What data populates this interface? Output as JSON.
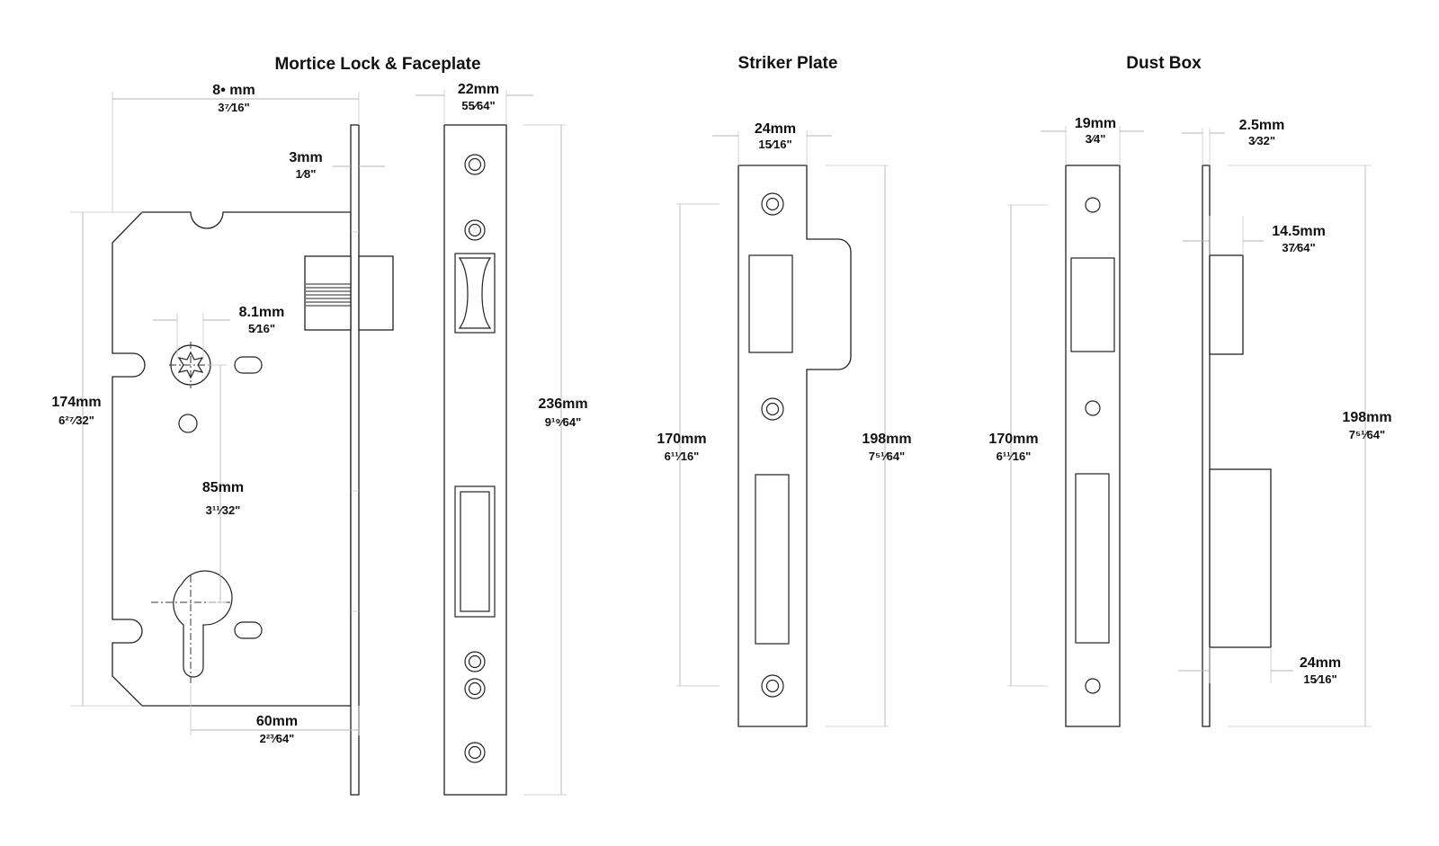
{
  "titles": {
    "mortice": "Mortice Lock & Faceplate",
    "striker": "Striker Plate",
    "dustbox": "Dust Box"
  },
  "dims": {
    "backset": {
      "mm": "8• mm",
      "inch": "3⁷⁄16\""
    },
    "faceplate_thk": {
      "mm": "3mm",
      "inch": "1⁄8\""
    },
    "faceplate_w": {
      "mm": "22mm",
      "inch": "55⁄64\""
    },
    "case_h": {
      "mm": "174mm",
      "inch": "6²⁷⁄32\""
    },
    "spindle": {
      "mm": "8.1mm",
      "inch": "5⁄16\""
    },
    "centres": {
      "mm": "85mm",
      "inch": "3¹¹⁄32\""
    },
    "cyl_backset": {
      "mm": "60mm",
      "inch": "2²³⁄64\""
    },
    "faceplate_h": {
      "mm": "236mm",
      "inch": "9¹⁹⁄64\""
    },
    "striker_w": {
      "mm": "24mm",
      "inch": "15⁄16\""
    },
    "striker_hole": {
      "mm": "170mm",
      "inch": "6¹¹⁄16\""
    },
    "striker_h": {
      "mm": "198mm",
      "inch": "7⁵¹⁄64\""
    },
    "dust_w": {
      "mm": "19mm",
      "inch": "3⁄4\""
    },
    "dust_hole": {
      "mm": "170mm",
      "inch": "6¹¹⁄16\""
    },
    "dust_thk": {
      "mm": "2.5mm",
      "inch": "3⁄32\""
    },
    "dust_depth1": {
      "mm": "14.5mm",
      "inch": "37⁄64\""
    },
    "dust_h": {
      "mm": "198mm",
      "inch": "7⁵¹⁄64\""
    },
    "dust_depth2": {
      "mm": "24mm",
      "inch": "15⁄16\""
    }
  }
}
